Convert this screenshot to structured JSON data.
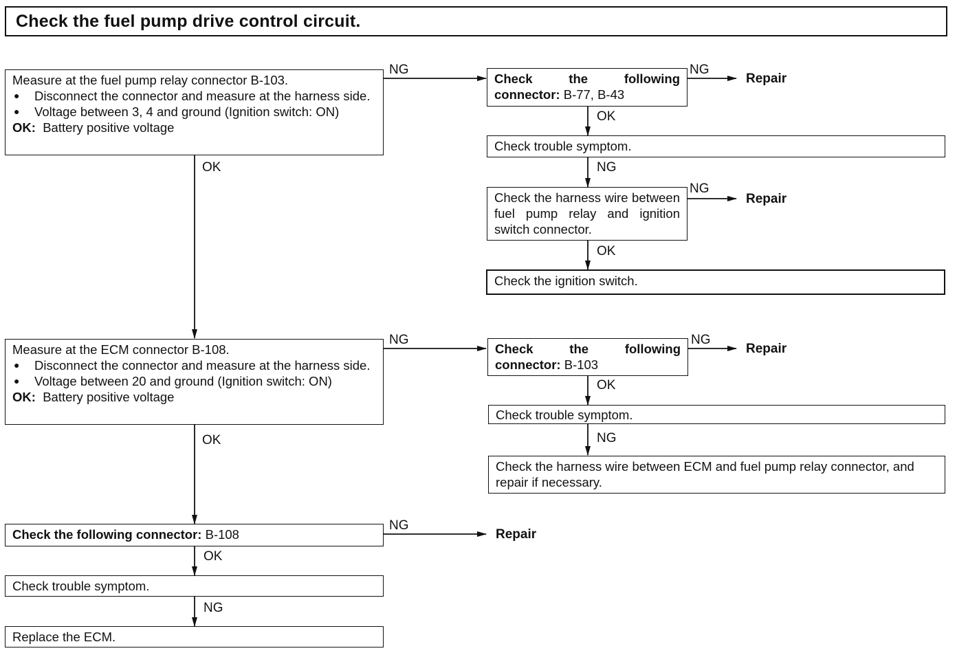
{
  "title": "Check the fuel pump drive control circuit.",
  "labels": {
    "ng": "NG",
    "ok": "OK",
    "ok_prefix": "OK:",
    "repair": "Repair"
  },
  "box1": {
    "line1": "Measure at the fuel pump relay connector B-103.",
    "bullet1": "Disconnect the connector and measure at the harness side.",
    "bullet2": "Voltage between 3, 4 and ground (Ignition switch: ON)",
    "ok_value": "Battery positive voltage"
  },
  "box2": {
    "bold": "Check the following connector:",
    "value": "B-77, B-43"
  },
  "box3": {
    "text": "Check trouble symptom."
  },
  "box4": {
    "text": "Check the harness wire between fuel pump relay and ignition switch connector."
  },
  "box5": {
    "text": "Check the ignition switch."
  },
  "box6": {
    "line1": "Measure at the ECM connector B-108.",
    "bullet1": "Disconnect the connector and measure at the harness side.",
    "bullet2": "Voltage between 20 and ground (Ignition switch: ON)",
    "ok_value": "Battery positive voltage"
  },
  "box7": {
    "bold": "Check the following connector:",
    "value": "B-103"
  },
  "box8": {
    "text": "Check trouble symptom."
  },
  "box9": {
    "text": "Check the harness wire between ECM and fuel pump relay connector, and repair if necessary."
  },
  "box10": {
    "bold": "Check the following connector:",
    "value": "B-108"
  },
  "box11": {
    "text": "Check trouble symptom."
  },
  "box12": {
    "text": "Replace the ECM."
  }
}
